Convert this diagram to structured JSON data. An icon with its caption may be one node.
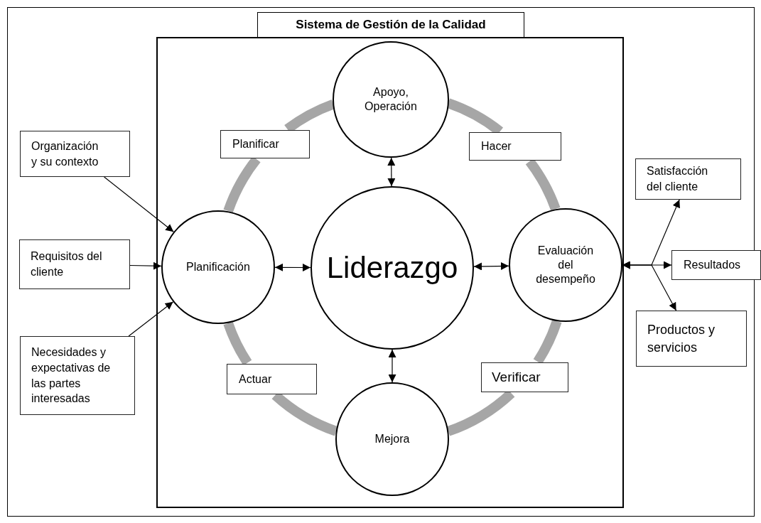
{
  "diagram": {
    "nodes": [
      {
        "text": [
          "Sistema de Gestión de la Calidad"
        ]
      },
      {
        "text": [
          "Apoyo, Operación"
        ],
        "in": 0
      },
      {
        "text": [
          "Planificar"
        ],
        "in": 0
      },
      {
        "text": [
          "Hacer"
        ],
        "in": 0
      },
      {
        "text": [
          "Organización y su contexto"
        ]
      },
      {
        "text": [
          "Satisfacción del cliente"
        ]
      },
      {
        "text": [
          "Requisitos del cliente"
        ]
      },
      {
        "text": [
          "Planificación"
        ],
        "in": 0
      },
      {
        "text": [
          "Liderazgo"
        ],
        "in": 0
      },
      {
        "text": [
          "Evaluación del desempeño"
        ],
        "in": 0
      },
      {
        "text": [
          "Resultados"
        ]
      },
      {
        "text": [
          "Necesidades y expectativas de las partes interesadas"
        ]
      },
      {
        "text": [
          "Productos y servicios"
        ]
      },
      {
        "text": [
          "Actuar"
        ],
        "in": 0
      },
      {
        "text": [
          "Verificar"
        ],
        "in": 0
      },
      {
        "text": [
          "Mejora"
        ],
        "in": 0
      }
    ],
    "edges": [
      {
        "from": 4,
        "to": 7,
        "arrow": "to"
      },
      {
        "from": 6,
        "to": 7,
        "arrow": "to"
      },
      {
        "from": 11,
        "to": 7,
        "arrow": "to"
      },
      {
        "from": 7,
        "to": 8,
        "arrow": "both"
      },
      {
        "from": 1,
        "to": 8,
        "arrow": "both"
      },
      {
        "from": 8,
        "to": 9,
        "arrow": "both"
      },
      {
        "from": 8,
        "to": 15,
        "arrow": "both"
      },
      {
        "from": 9,
        "to": 5,
        "arrow": "both"
      },
      {
        "from": 9,
        "to": 10,
        "arrow": "both"
      },
      {
        "from": 9,
        "to": 12,
        "arrow": "both"
      },
      {
        "from": 7,
        "to": 2,
        "arrow": "none",
        "style": "thick",
        "color": "#a6a6a6"
      },
      {
        "from": 2,
        "to": 1,
        "arrow": "none",
        "style": "thick",
        "color": "#a6a6a6"
      },
      {
        "from": 1,
        "to": 3,
        "arrow": "none",
        "style": "thick",
        "color": "#a6a6a6"
      },
      {
        "from": 3,
        "to": 9,
        "arrow": "none",
        "style": "thick",
        "color": "#a6a6a6"
      },
      {
        "from": 9,
        "to": 14,
        "arrow": "none",
        "style": "thick",
        "color": "#a6a6a6"
      },
      {
        "from": 14,
        "to": 15,
        "arrow": "none",
        "style": "thick",
        "color": "#a6a6a6"
      },
      {
        "from": 15,
        "to": 13,
        "arrow": "none",
        "style": "thick",
        "color": "#a6a6a6"
      },
      {
        "from": 13,
        "to": 7,
        "arrow": "none",
        "style": "thick",
        "color": "#a6a6a6"
      }
    ]
  }
}
